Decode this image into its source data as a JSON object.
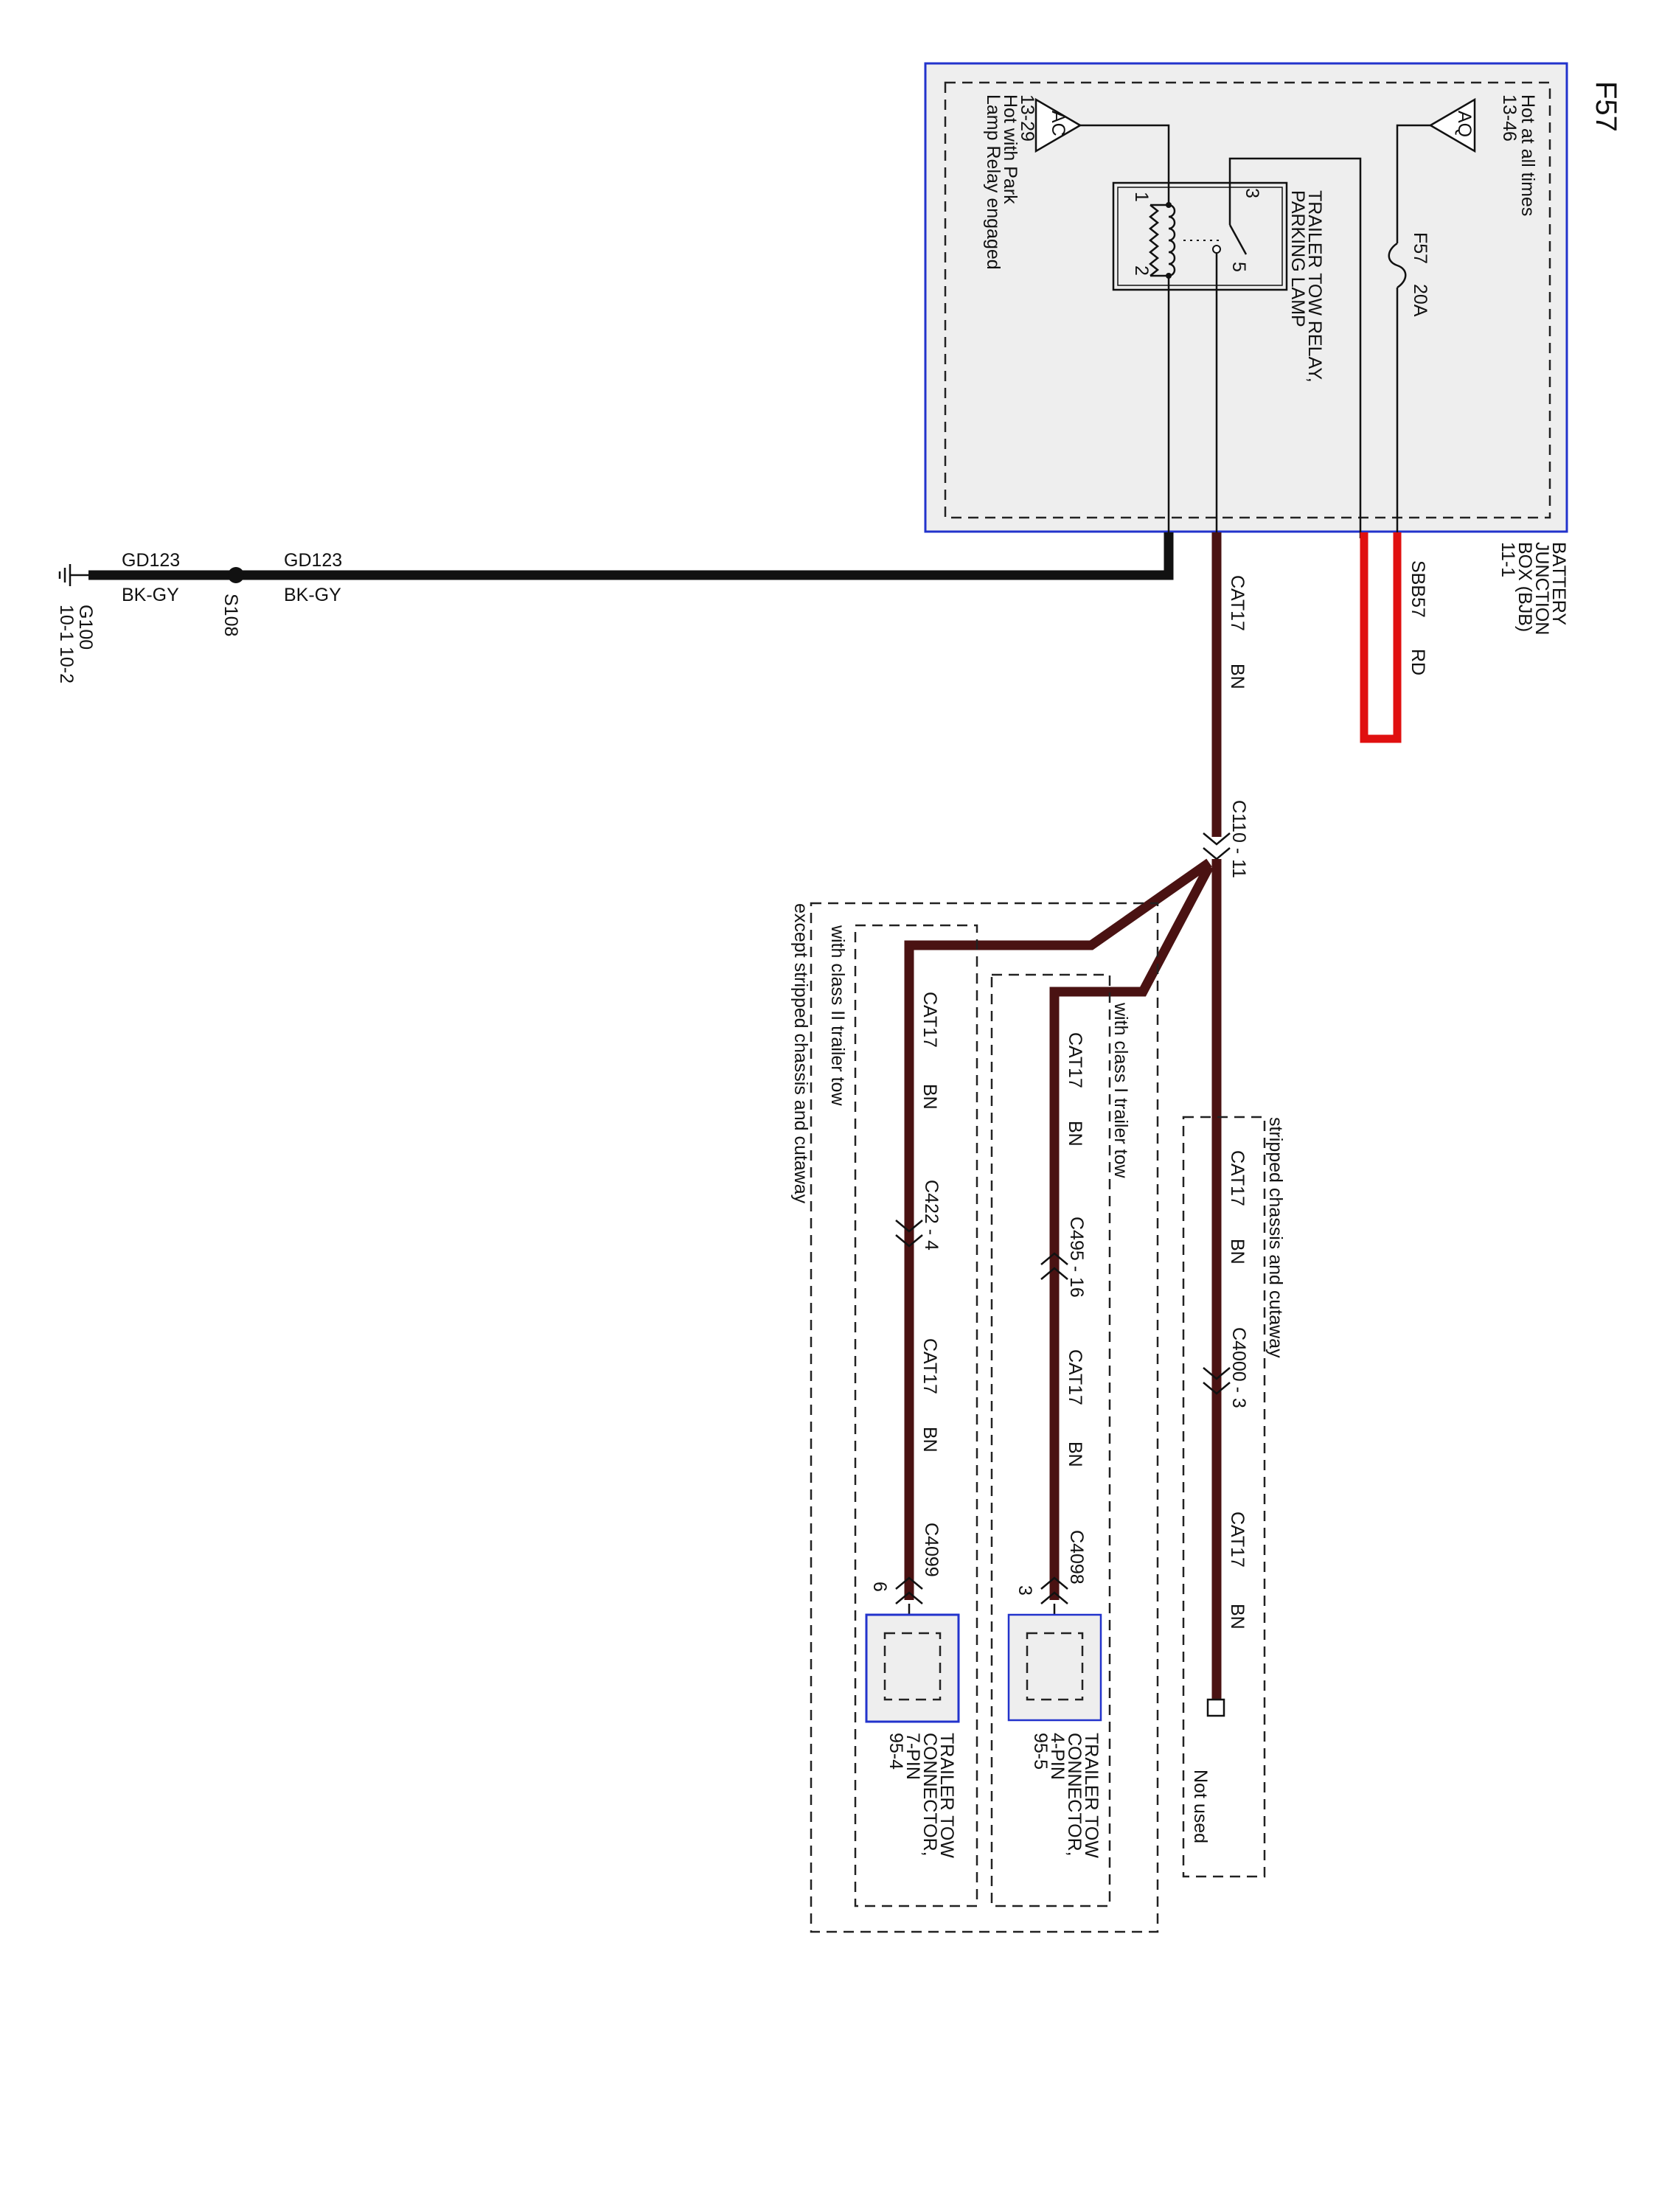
{
  "diagram_id": "F57",
  "bjb": {
    "title_line1": "BATTERY",
    "title_line2": "JUNCTION",
    "title_line3": "BOX (BJB)",
    "title_line4": "11-1",
    "hot_label": "Hot at all times",
    "hot_ref_line1": "13-46",
    "hot_ref_tag": "AQ",
    "fuse_id": "F57",
    "fuse_rating": "20A",
    "relay_line1": "TRAILER TOW RELAY,",
    "relay_line2": "PARKING LAMP",
    "park_ref_tag": "AC",
    "park_ref_line1": "13-29",
    "park_hot_line1": "Hot with Park",
    "park_hot_line2": "Lamp Relay engaged",
    "relay_pins": [
      "1",
      "2",
      "3",
      "5"
    ]
  },
  "wires": {
    "sbb57_label": "SBB57",
    "sbb57_color": "RD",
    "cat17_label": "CAT17",
    "cat17_color": "BN",
    "gd123_label": "GD123",
    "gd123_color": "BK-GY"
  },
  "splice": "S108",
  "ground": {
    "id": "G100",
    "refs": "10-1  10-2"
  },
  "connectors": {
    "c110": "C110 - 11",
    "c4000": "C4000 - 3",
    "c495": "C495 - 16",
    "c422": "C422 - 4",
    "c4098": "C4098",
    "c4098_pin": "3",
    "c4099": "C4099",
    "c4099_pin": "6"
  },
  "options": {
    "stripped": "stripped chassis and cutaway",
    "class1": "with class I trailer tow",
    "class2": "with class II trailer tow",
    "except": "except stripped chassis and cutaway"
  },
  "not_used": "Not used",
  "trailer_4pin": {
    "line1": "TRAILER TOW",
    "line2": "CONNECTOR,",
    "line3": "4-PIN",
    "line4": "95-5"
  },
  "trailer_7pin": {
    "line1": "TRAILER TOW",
    "line2": "CONNECTOR,",
    "line3": "7-PIN",
    "line4": "95-4"
  },
  "colors": {
    "bn_wire": "#4a1212",
    "rd_wire": "#e01010",
    "box_border": "#2233cc",
    "box_fill": "#eeeeee"
  }
}
